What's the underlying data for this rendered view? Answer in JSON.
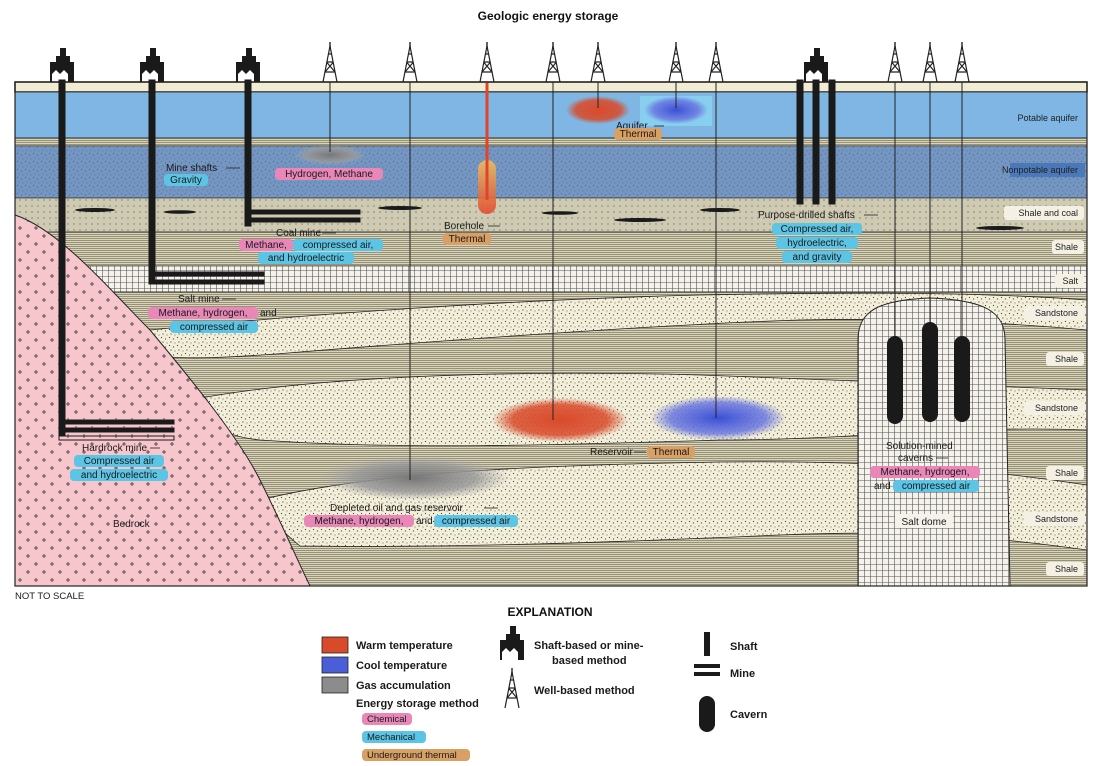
{
  "title": "Geologic energy storage",
  "not_to_scale": "NOT TO SCALE",
  "layers": {
    "potable_aquifer": "Potable aquifer",
    "nonpotable_aquifer": "Nonpotable aquifer",
    "shale_and_coal": "Shale and coal",
    "shale_1": "Shale",
    "salt": "Salt",
    "sandstone_1": "Sandstone",
    "shale_2": "Shale",
    "sandstone_2": "Sandstone",
    "shale_3": "Shale",
    "sandstone_3": "Sandstone",
    "shale_4": "Shale",
    "bedrock": "Bedrock",
    "salt_dome": "Salt dome"
  },
  "labels": {
    "aquifer": "Aquifer",
    "aquifer_method": "Thermal",
    "mine_shafts": "Mine shafts",
    "mine_shafts_method": "Gravity",
    "hydrogen_methane": "Hydrogen, Methane",
    "coal_mine": "Coal mine",
    "coal_mine_chem": "Methane,",
    "coal_mine_mech1": "compressed air,",
    "coal_mine_mech2": "and hydroelectric",
    "borehole": "Borehole",
    "borehole_method": "Thermal",
    "purpose_drilled": "Purpose-drilled shafts",
    "purpose_mech1": "Compressed air,",
    "purpose_mech2": "hydroelectric,",
    "purpose_mech3": "and gravity",
    "salt_mine": "Salt mine",
    "salt_mine_chem": "Methane, hydrogen,",
    "salt_mine_and": "and",
    "salt_mine_mech": "compressed air",
    "hardrock_mine": "Hardrock mine",
    "hardrock_mech1": "Compressed air",
    "hardrock_mech2": "and hydroelectric",
    "reservoir": "Reservoir",
    "reservoir_method": "Thermal",
    "depleted": "Depleted oil and gas reservoir",
    "depleted_chem": "Methane, hydrogen,",
    "depleted_and": "and",
    "depleted_mech": "compressed air",
    "solution_mined_1": "Solution-mined",
    "solution_mined_2": "caverns",
    "solution_chem": "Methane, hydrogen,",
    "solution_and": "and",
    "solution_mech": "compressed air"
  },
  "explanation": {
    "title": "EXPLANATION",
    "warm": "Warm temperature",
    "cool": "Cool temperature",
    "gas": "Gas accumulation",
    "method_title": "Energy storage method",
    "chemical": "Chemical",
    "mechanical": "Mechanical",
    "thermal": "Underground thermal",
    "shaft_based_1": "Shaft-based or mine-",
    "shaft_based_2": "based method",
    "well_based": "Well-based method",
    "shaft": "Shaft",
    "mine": "Mine",
    "cavern": "Cavern"
  },
  "colors": {
    "potable": "#7fb6e3",
    "nonpotable": "#4a78b8",
    "shale": "#d9d3b8",
    "sandstone": "#f3eed8",
    "bedrock": "#f6c6cc",
    "warm": "#d94a2a",
    "cool": "#4a5ed8",
    "gas": "#8c8c8c",
    "chemical": "#e887b8",
    "mechanical": "#5cc4e4",
    "thermal": "#d9a066"
  }
}
